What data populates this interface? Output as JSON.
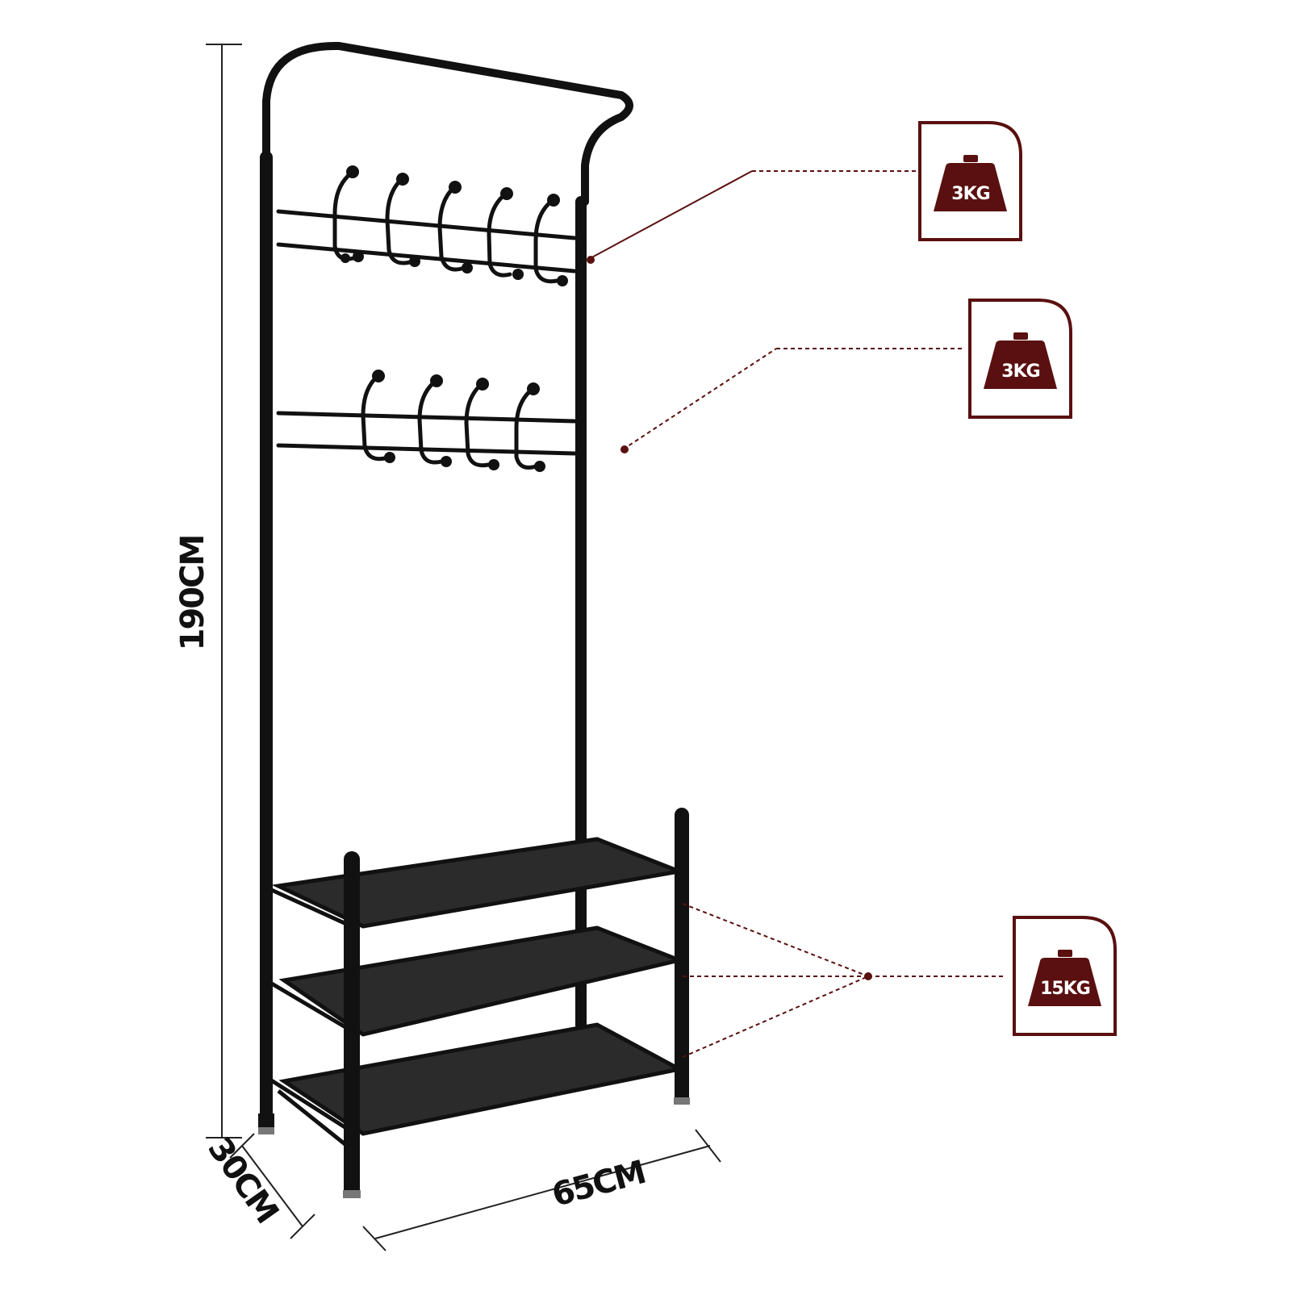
{
  "dimensions": {
    "height_label": "190CM",
    "width_label": "65CM",
    "depth_label": "30CM"
  },
  "load_badges": {
    "upper_hooks": "3KG",
    "lower_hooks": "3KG",
    "shoe_shelves": "15KG"
  },
  "colors": {
    "accent": "#5a1010",
    "frame": "#111111",
    "shelf": "#2b2b2b"
  },
  "icons": [
    "weight-icon"
  ]
}
